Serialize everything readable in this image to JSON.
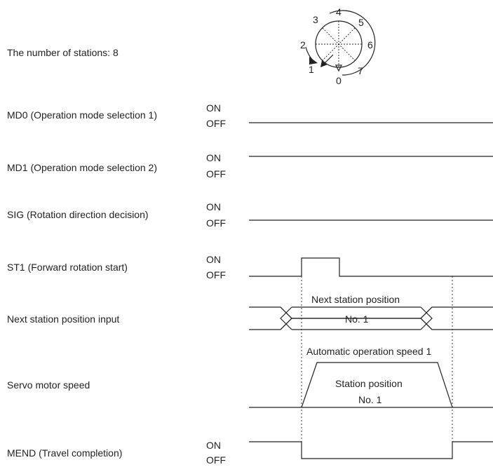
{
  "station_count_label": "The number of stations: 8",
  "dial": {
    "numbers": [
      "0",
      "1",
      "2",
      "3",
      "4",
      "5",
      "6",
      "7"
    ]
  },
  "states": {
    "on": "ON",
    "off": "OFF"
  },
  "signals": {
    "md0": "MD0 (Operation mode selection 1)",
    "md1": "MD1 (Operation mode selection 2)",
    "sig": "SIG (Rotation direction decision)",
    "st1": "ST1 (Forward rotation start)",
    "next_station": "Next station position input",
    "servo_speed": "Servo motor speed",
    "mend": "MEND (Travel completion)"
  },
  "annotations": {
    "next_station_title": "Next station position",
    "next_station_value": "No. 1",
    "auto_speed": "Automatic operation speed 1",
    "station_position": "Station position",
    "station_position_no": "No. 1"
  },
  "colors": {
    "line": "#222222",
    "background": "#ffffff"
  }
}
